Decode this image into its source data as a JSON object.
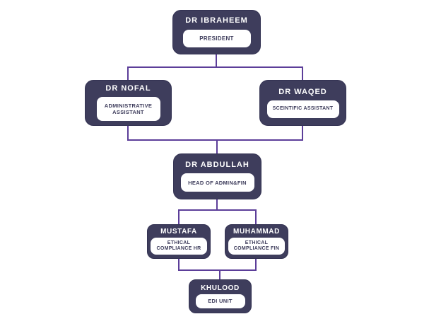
{
  "palette": {
    "node_fill": "#3E3D5C",
    "node_text": "#FFFFFF",
    "pill_fill": "#FFFFFF",
    "pill_text": "#3E3D5C",
    "connector": "#5C3E99",
    "background": "#FFFFFF"
  },
  "org_chart": {
    "type": "org-tree",
    "nodes": {
      "president": {
        "name": "DR IBRAHEEM",
        "title": "PRESIDENT",
        "reports_to": null
      },
      "nofal": {
        "name": "DR NOFAL",
        "title": "ADMINISTRATIVE ASSISTANT",
        "reports_to": "president"
      },
      "waqed": {
        "name": "DR WAQED",
        "title": "SCEINTIFIC ASSISTANT",
        "reports_to": "president"
      },
      "abdullah": {
        "name": "DR ABDULLAH",
        "title": "HEAD OF ADMIN&FIN",
        "reports_to": [
          "nofal",
          "waqed"
        ]
      },
      "mustafa": {
        "name": "MUSTAFA",
        "title": "ETHICAL COMPLIANCE HR",
        "reports_to": "abdullah"
      },
      "muhammad": {
        "name": "MUHAMMAD",
        "title": "ETHICAL COMPLIANCE FIN",
        "reports_to": "abdullah"
      },
      "khulood": {
        "name": "KHULOOD",
        "title": "EDI UNIT",
        "reports_to": [
          "mustafa",
          "muhammad"
        ]
      }
    }
  }
}
